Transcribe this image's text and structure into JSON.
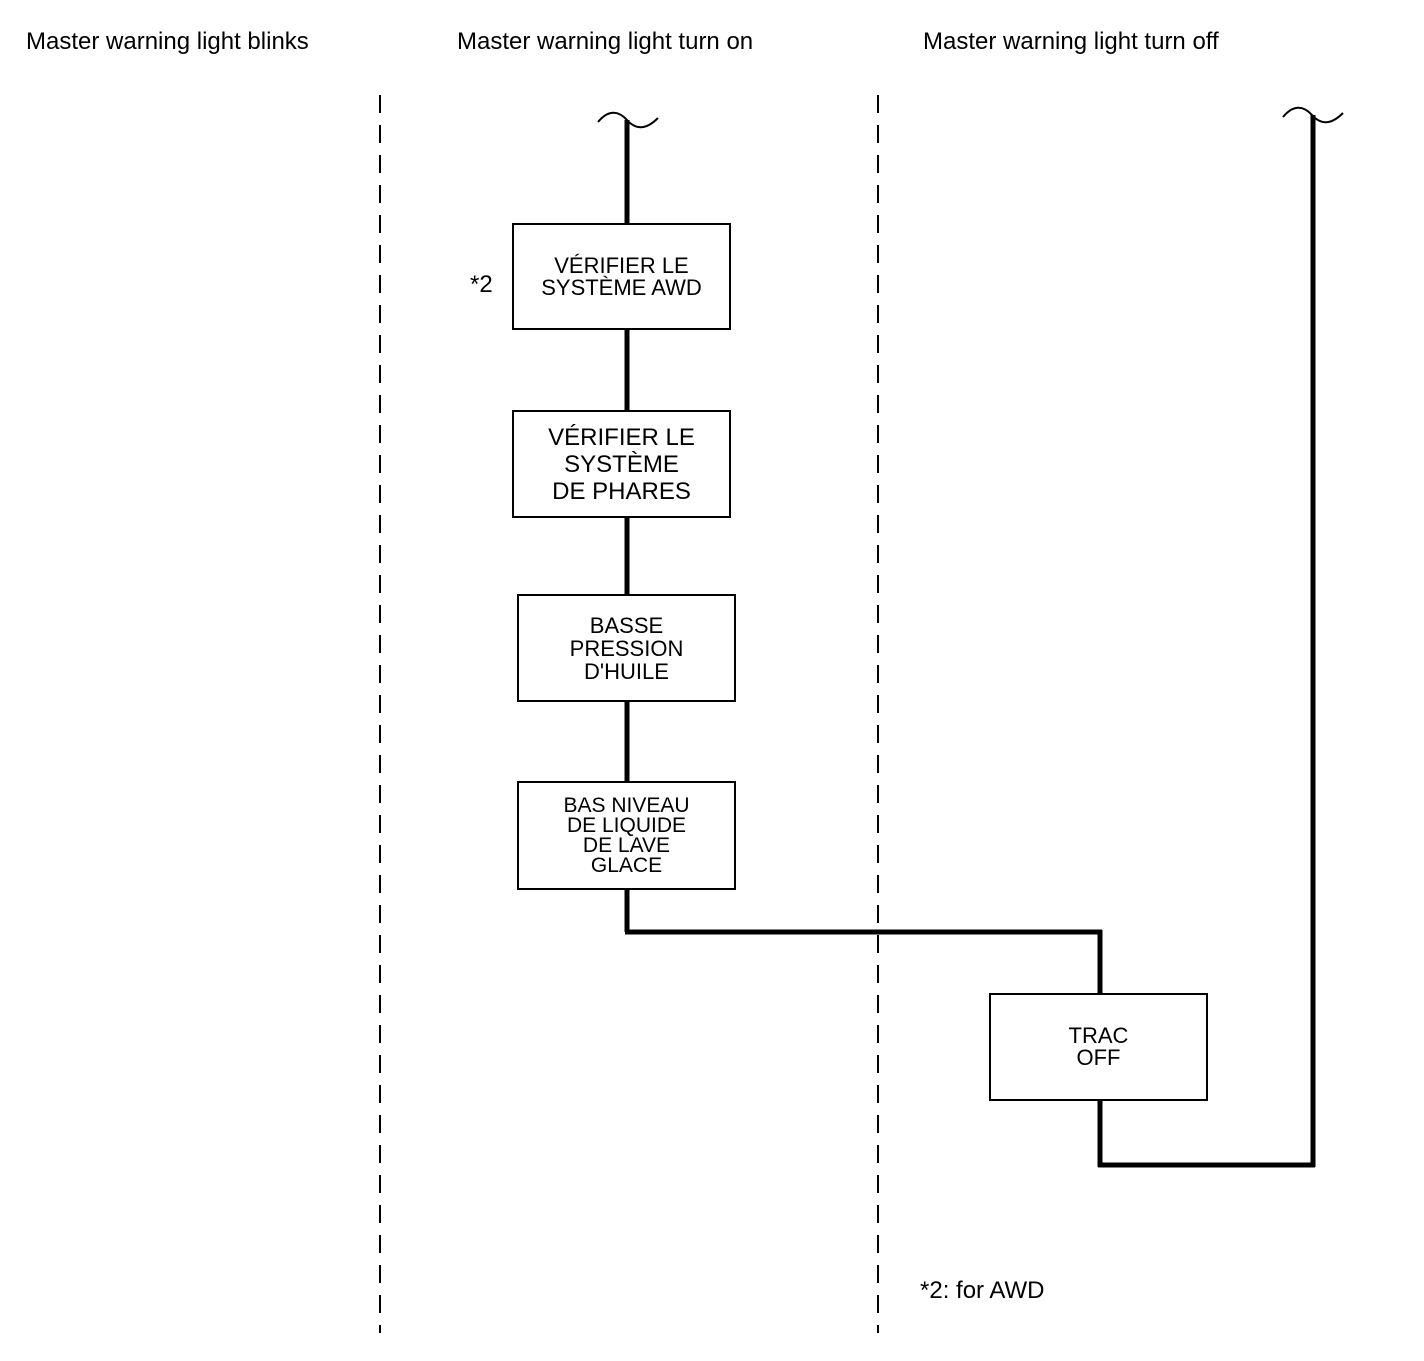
{
  "headers": {
    "blinks": "Master warning light blinks",
    "turn_on": "Master warning light turn on",
    "turn_off": "Master warning light turn off"
  },
  "boxes": [
    {
      "id": "awd",
      "lines": [
        "VÉRIFIER LE",
        "SYSTÈME AWD"
      ]
    },
    {
      "id": "phares",
      "lines": [
        "VÉRIFIER LE",
        "SYSTÈME",
        "DE PHARES"
      ]
    },
    {
      "id": "huile",
      "lines": [
        "BASSE",
        "PRESSION",
        "D'HUILE"
      ]
    },
    {
      "id": "lave",
      "lines": [
        "BAS NIVEAU",
        "DE LIQUIDE",
        "DE LAVE",
        "GLACE"
      ]
    },
    {
      "id": "trac",
      "lines": [
        "TRAC",
        "OFF"
      ]
    }
  ],
  "awd_marker": "*2",
  "footnote": "*2: for AWD"
}
